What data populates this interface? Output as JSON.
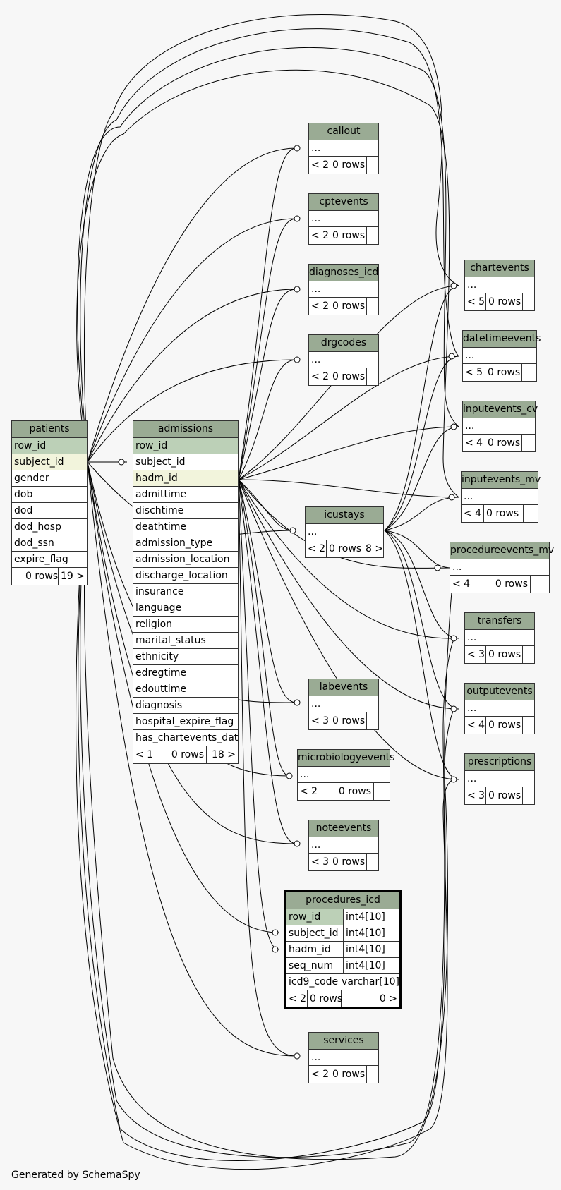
{
  "tables": {
    "patients": {
      "name": "patients",
      "rows": [
        "row_id",
        "subject_id",
        "gender",
        "dob",
        "dod",
        "dod_hosp",
        "dod_ssn",
        "expire_flag"
      ],
      "footer": [
        "",
        "0 rows",
        "19 >"
      ]
    },
    "admissions": {
      "name": "admissions",
      "rows": [
        "row_id",
        "subject_id",
        "hadm_id",
        "admittime",
        "dischtime",
        "deathtime",
        "admission_type",
        "admission_location",
        "discharge_location",
        "insurance",
        "language",
        "religion",
        "marital_status",
        "ethnicity",
        "edregtime",
        "edouttime",
        "diagnosis",
        "hospital_expire_flag",
        "has_chartevents_data"
      ],
      "footer": [
        "< 1",
        "0 rows",
        "18 >"
      ]
    },
    "callout": {
      "name": "callout",
      "row": "...",
      "footer": [
        "< 2",
        "0 rows",
        ""
      ]
    },
    "cptevents": {
      "name": "cptevents",
      "row": "...",
      "footer": [
        "< 2",
        "0 rows",
        ""
      ]
    },
    "diagnoses_icd": {
      "name": "diagnoses_icd",
      "row": "...",
      "footer": [
        "< 2",
        "0 rows",
        ""
      ]
    },
    "drgcodes": {
      "name": "drgcodes",
      "row": "...",
      "footer": [
        "< 2",
        "0 rows",
        ""
      ]
    },
    "icustays": {
      "name": "icustays",
      "row": "...",
      "footer": [
        "< 2",
        "0 rows",
        "8 >"
      ]
    },
    "labevents": {
      "name": "labevents",
      "row": "...",
      "footer": [
        "< 3",
        "0 rows",
        ""
      ]
    },
    "microbiologyevents": {
      "name": "microbiologyevents",
      "row": "...",
      "footer": [
        "< 2",
        "0 rows",
        ""
      ]
    },
    "noteevents": {
      "name": "noteevents",
      "row": "...",
      "footer": [
        "< 3",
        "0 rows",
        ""
      ]
    },
    "procedures_icd": {
      "name": "procedures_icd",
      "rows": [
        [
          "row_id",
          "int4[10]"
        ],
        [
          "subject_id",
          "int4[10]"
        ],
        [
          "hadm_id",
          "int4[10]"
        ],
        [
          "seq_num",
          "int4[10]"
        ],
        [
          "icd9_code",
          "varchar[10]"
        ]
      ],
      "footer": [
        "< 2",
        "0 rows",
        "0 >"
      ]
    },
    "services": {
      "name": "services",
      "row": "...",
      "footer": [
        "< 2",
        "0 rows",
        ""
      ]
    },
    "chartevents": {
      "name": "chartevents",
      "row": "...",
      "footer": [
        "< 5",
        "0 rows",
        ""
      ]
    },
    "datetimeevents": {
      "name": "datetimeevents",
      "row": "...",
      "footer": [
        "< 5",
        "0 rows",
        ""
      ]
    },
    "inputevents_cv": {
      "name": "inputevents_cv",
      "row": "...",
      "footer": [
        "< 4",
        "0 rows",
        ""
      ]
    },
    "inputevents_mv": {
      "name": "inputevents_mv",
      "row": "...",
      "footer": [
        "< 4",
        "0 rows",
        ""
      ]
    },
    "procedureevents_mv": {
      "name": "procedureevents_mv",
      "row": "...",
      "footer": [
        "< 4",
        "0 rows",
        ""
      ]
    },
    "transfers": {
      "name": "transfers",
      "row": "...",
      "footer": [
        "< 3",
        "0 rows",
        ""
      ]
    },
    "outputevents": {
      "name": "outputevents",
      "row": "...",
      "footer": [
        "< 4",
        "0 rows",
        ""
      ]
    },
    "prescriptions": {
      "name": "prescriptions",
      "row": "...",
      "footer": [
        "< 3",
        "0 rows",
        ""
      ]
    }
  },
  "relationships": [
    [
      "patients",
      "callout"
    ],
    [
      "patients",
      "cptevents"
    ],
    [
      "patients",
      "diagnoses_icd"
    ],
    [
      "patients",
      "drgcodes"
    ],
    [
      "patients",
      "admissions"
    ],
    [
      "patients",
      "icustays"
    ],
    [
      "patients",
      "labevents"
    ],
    [
      "patients",
      "microbiologyevents"
    ],
    [
      "patients",
      "noteevents"
    ],
    [
      "patients",
      "procedures_icd"
    ],
    [
      "patients",
      "services"
    ],
    [
      "patients",
      "chartevents"
    ],
    [
      "patients",
      "datetimeevents"
    ],
    [
      "patients",
      "inputevents_cv"
    ],
    [
      "patients",
      "inputevents_mv"
    ],
    [
      "patients",
      "procedureevents_mv"
    ],
    [
      "patients",
      "transfers"
    ],
    [
      "patients",
      "outputevents"
    ],
    [
      "patients",
      "prescriptions"
    ],
    [
      "admissions",
      "callout"
    ],
    [
      "admissions",
      "cptevents"
    ],
    [
      "admissions",
      "diagnoses_icd"
    ],
    [
      "admissions",
      "drgcodes"
    ],
    [
      "admissions",
      "icustays"
    ],
    [
      "admissions",
      "labevents"
    ],
    [
      "admissions",
      "microbiologyevents"
    ],
    [
      "admissions",
      "noteevents"
    ],
    [
      "admissions",
      "procedures_icd"
    ],
    [
      "admissions",
      "services"
    ],
    [
      "admissions",
      "chartevents"
    ],
    [
      "admissions",
      "datetimeevents"
    ],
    [
      "admissions",
      "inputevents_cv"
    ],
    [
      "admissions",
      "inputevents_mv"
    ],
    [
      "admissions",
      "procedureevents_mv"
    ],
    [
      "admissions",
      "transfers"
    ],
    [
      "admissions",
      "outputevents"
    ],
    [
      "admissions",
      "prescriptions"
    ],
    [
      "icustays",
      "chartevents"
    ],
    [
      "icustays",
      "datetimeevents"
    ],
    [
      "icustays",
      "inputevents_cv"
    ],
    [
      "icustays",
      "inputevents_mv"
    ],
    [
      "icustays",
      "procedureevents_mv"
    ],
    [
      "icustays",
      "transfers"
    ],
    [
      "icustays",
      "outputevents"
    ],
    [
      "icustays",
      "prescriptions"
    ]
  ],
  "footer_text": "Generated by SchemaSpy"
}
